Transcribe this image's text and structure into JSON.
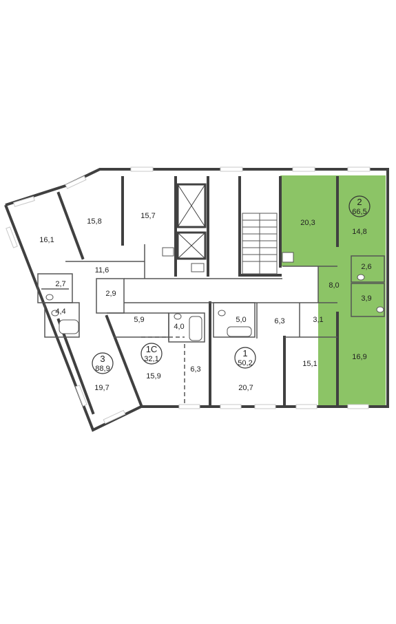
{
  "colors": {
    "highlight": "#8cc466",
    "wall": "#404040",
    "window": "#c8c8c8",
    "thin": "#555555"
  },
  "apartments": [
    {
      "number": "3",
      "area": "88,9"
    },
    {
      "number": "1С",
      "area": "32,1"
    },
    {
      "number": "1",
      "area": "50,2"
    },
    {
      "number": "2",
      "area": "66,5",
      "highlighted": true
    }
  ],
  "rooms": [
    "16,1",
    "15,8",
    "15,7",
    "11,6",
    "2,7",
    "4,4",
    "2,9",
    "5,9",
    "4,0",
    "19,7",
    "15,9",
    "6,3",
    "5,0",
    "6,3",
    "3,1",
    "20,7",
    "15,1",
    "20,3",
    "14,8",
    "2,6",
    "8,0",
    "3,9",
    "16,9"
  ]
}
